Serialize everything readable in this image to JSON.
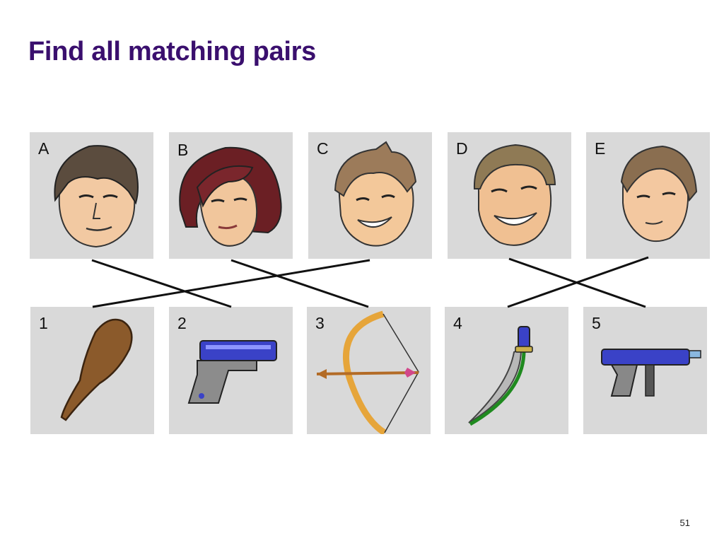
{
  "slide": {
    "title": "Find all matching pairs",
    "page_number": "51"
  },
  "faces": [
    {
      "label": "A"
    },
    {
      "label": "B"
    },
    {
      "label": "C"
    },
    {
      "label": "D"
    },
    {
      "label": "E"
    }
  ],
  "items": [
    {
      "label": "1",
      "icon": "club-icon"
    },
    {
      "label": "2",
      "icon": "pistol-icon"
    },
    {
      "label": "3",
      "icon": "bow-and-arrow-icon"
    },
    {
      "label": "4",
      "icon": "dagger-icon"
    },
    {
      "label": "5",
      "icon": "submachine-gun-icon"
    }
  ],
  "matches": [
    {
      "face": "A",
      "item": "2"
    },
    {
      "face": "B",
      "item": "3"
    },
    {
      "face": "C",
      "item": "1"
    },
    {
      "face": "D",
      "item": "5"
    },
    {
      "face": "E",
      "item": "4"
    }
  ]
}
